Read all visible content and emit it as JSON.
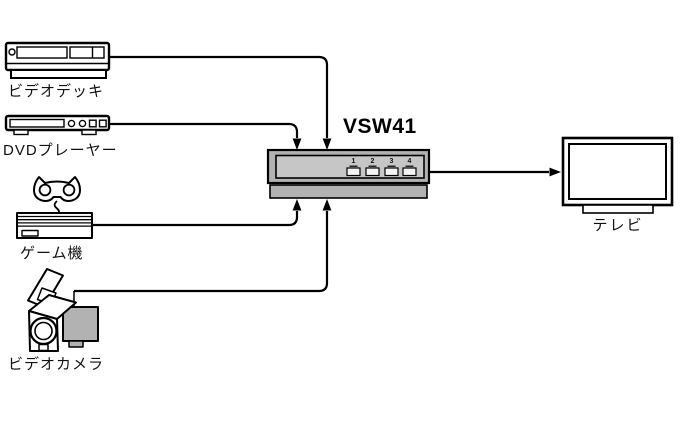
{
  "switcher": {
    "model": "VSW41",
    "buttons": [
      "1",
      "2",
      "3",
      "4"
    ]
  },
  "devices": {
    "vcr": {
      "label": "ビデオデッキ"
    },
    "dvd": {
      "label": "DVDプレーヤー"
    },
    "game": {
      "label": "ゲーム機"
    },
    "camera": {
      "label": "ビデオカメラ"
    },
    "tv": {
      "label": "テレビ"
    }
  },
  "icons": [
    "vcr-icon",
    "dvd-player-icon",
    "game-console-icon",
    "video-camera-icon",
    "switcher-icon",
    "tv-icon",
    "arrowhead-icon"
  ],
  "colors": {
    "line": "#000000",
    "switcher_body": "#b2b2b2",
    "switcher_panel": "#c6c6c6",
    "switcher_strip": "#b2b2b2",
    "camera_box": "#b2b2b2",
    "button_face": "#f4f4f4",
    "background": "#ffffff"
  }
}
